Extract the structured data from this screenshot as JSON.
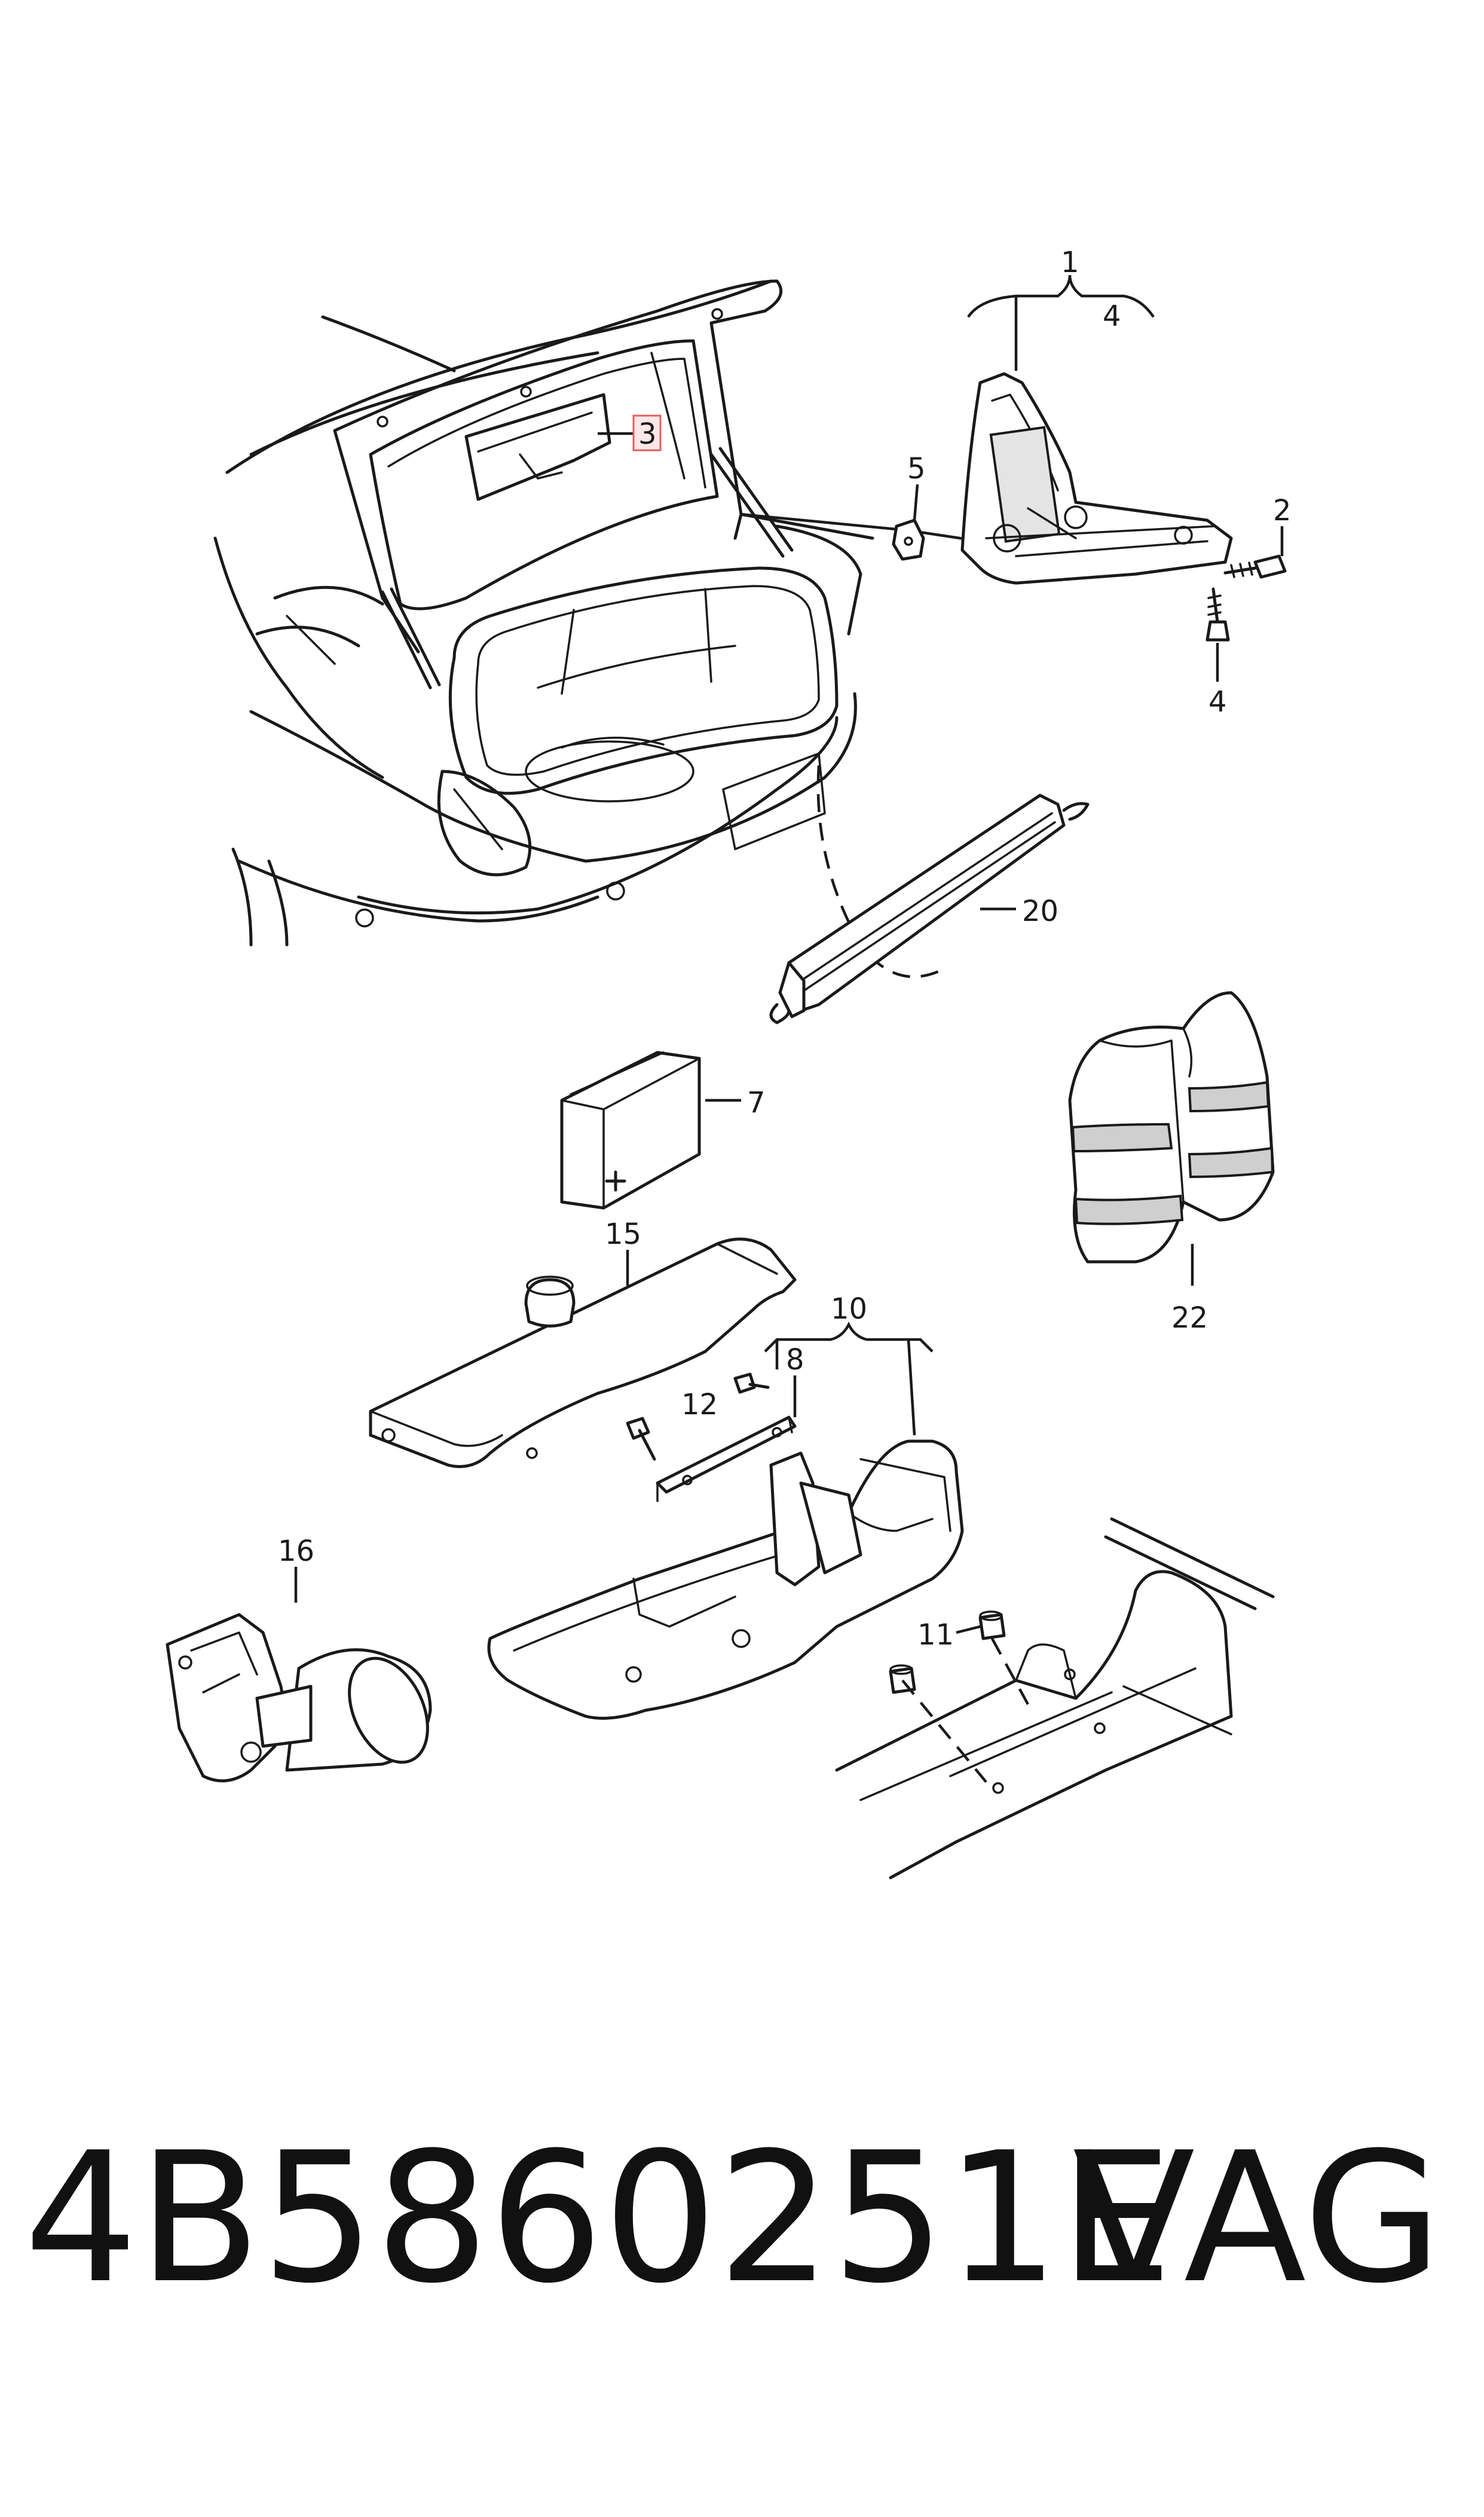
{
  "callouts": [
    {
      "id": "c1",
      "text": "1"
    },
    {
      "id": "c4a",
      "text": "4"
    },
    {
      "id": "c3",
      "text": "3"
    },
    {
      "id": "c5",
      "text": "5"
    },
    {
      "id": "c2",
      "text": "2"
    },
    {
      "id": "c4b",
      "text": "4"
    },
    {
      "id": "c20",
      "text": "20"
    },
    {
      "id": "c7",
      "text": "7"
    },
    {
      "id": "c15",
      "text": "15"
    },
    {
      "id": "c22",
      "text": "22"
    },
    {
      "id": "c10",
      "text": "10"
    },
    {
      "id": "c8",
      "text": "8"
    },
    {
      "id": "c12",
      "text": "12"
    },
    {
      "id": "c16",
      "text": "16"
    },
    {
      "id": "c11",
      "text": "11"
    }
  ],
  "footer": {
    "part_number": "4B5860251E",
    "brand": "VAG"
  },
  "highlight_color": "#e06060"
}
